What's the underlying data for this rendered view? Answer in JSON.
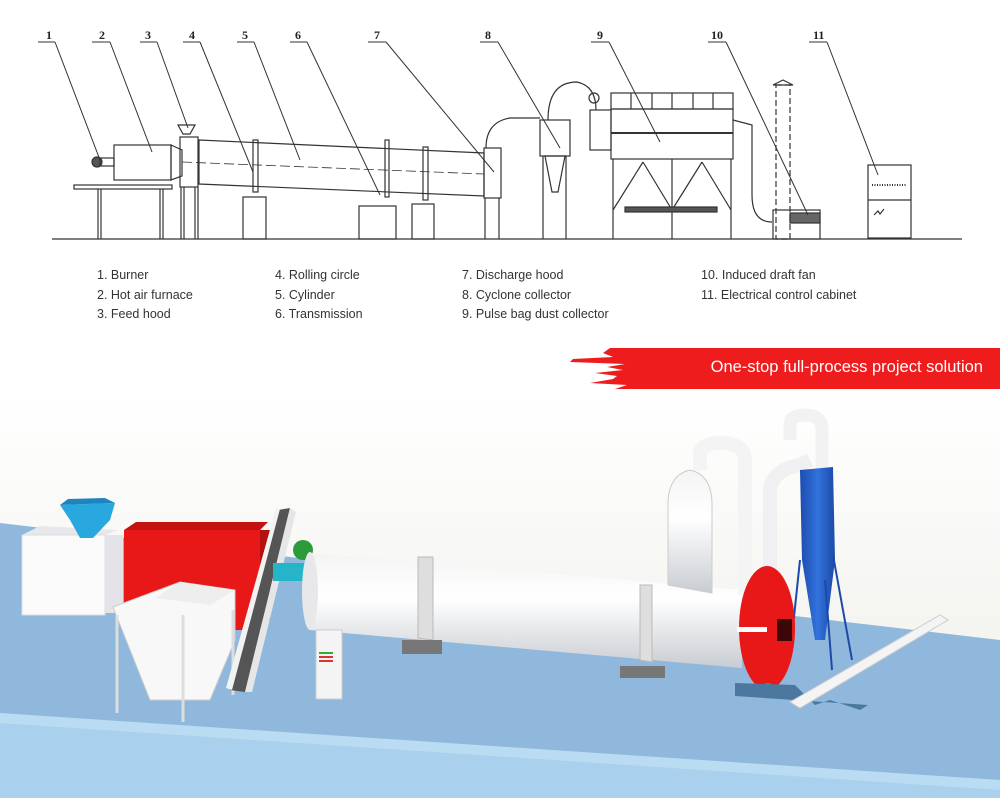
{
  "schematic": {
    "title": "Rotary dryer process flow schematic",
    "callouts": [
      "1",
      "2",
      "3",
      "4",
      "5",
      "6",
      "7",
      "8",
      "9",
      "10",
      "11"
    ]
  },
  "legend": {
    "columns": [
      [
        "1. Burner",
        "2. Hot air furnace",
        "3. Feed hood"
      ],
      [
        "4. Rolling circle",
        "5. Cylinder",
        "6. Transmission"
      ],
      [
        "7. Discharge hood",
        "8. Cyclone collector",
        "9. Pulse bag dust collector"
      ],
      [
        "10. Induced draft fan",
        "11. Electrical control cabinet"
      ]
    ]
  },
  "banner": {
    "text": "One-stop full-process project solution",
    "color": "#ee1c1c"
  },
  "render": {
    "floor_color": "#8fb8dc",
    "cyclone_color": "#2a62c8",
    "furnace_color": "#e81818",
    "hopper_color": "#29a8e0"
  }
}
